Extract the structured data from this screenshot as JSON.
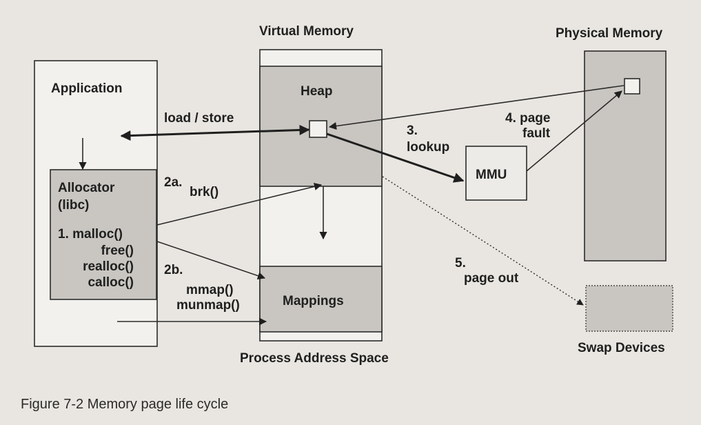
{
  "labels": {
    "virtual_memory": "Virtual Memory",
    "physical_memory": "Physical Memory",
    "application": "Application",
    "heap": "Heap",
    "load_store": "load / store",
    "page_fault_1": "4. page",
    "page_fault_2": "fault",
    "lookup_1": "3.",
    "lookup_2": "lookup",
    "mmu": "MMU",
    "allocator_1": "Allocator",
    "allocator_2": "(libc)",
    "step_2a": "2a.",
    "brk": "brk()",
    "malloc": "1.  malloc()",
    "free": "free()",
    "realloc": "realloc()",
    "calloc": "calloc()",
    "step_2b": "2b.",
    "mmap": "mmap()",
    "munmap": "munmap()",
    "page_out_1": "5.",
    "page_out_2": "page out",
    "mappings": "Mappings",
    "process_address_space": "Process Address Space",
    "swap_devices": "Swap Devices"
  },
  "caption": "Figure 7-2   Memory page life cycle",
  "colors": {
    "background": "#e9e6e1",
    "box_white": "#f3f1ed",
    "box_grey": "#c9c6c1",
    "ink": "#1f1f1f"
  }
}
